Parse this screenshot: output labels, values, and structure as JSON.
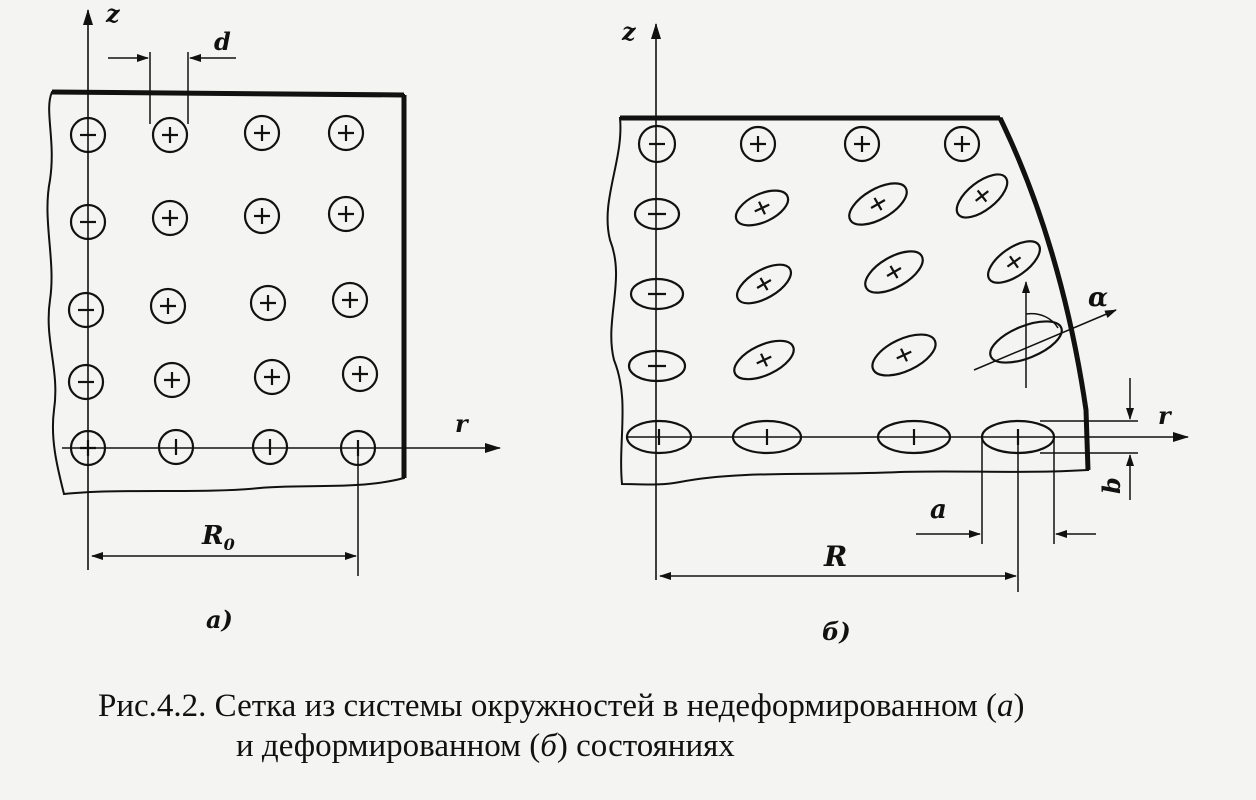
{
  "figure_a": {
    "axis_z": "z",
    "axis_r": "r",
    "dim_d": "d",
    "dim_R0": "R",
    "dim_R0_sub": "0",
    "panel_label": "а)"
  },
  "figure_b": {
    "axis_z": "z",
    "axis_r": "r",
    "dim_R": "R",
    "dim_a_bottom": "a",
    "dim_b": "b",
    "angle_label": "α",
    "panel_label": "б)"
  },
  "caption": {
    "prefix": "Рис.4.2. Сетка из системы окружностей в недеформированном (",
    "a_mark": "а",
    "middle": ")",
    "line2_prefix": "и деформированном (",
    "b_mark": "б",
    "line2_suffix": ") состояниях"
  }
}
